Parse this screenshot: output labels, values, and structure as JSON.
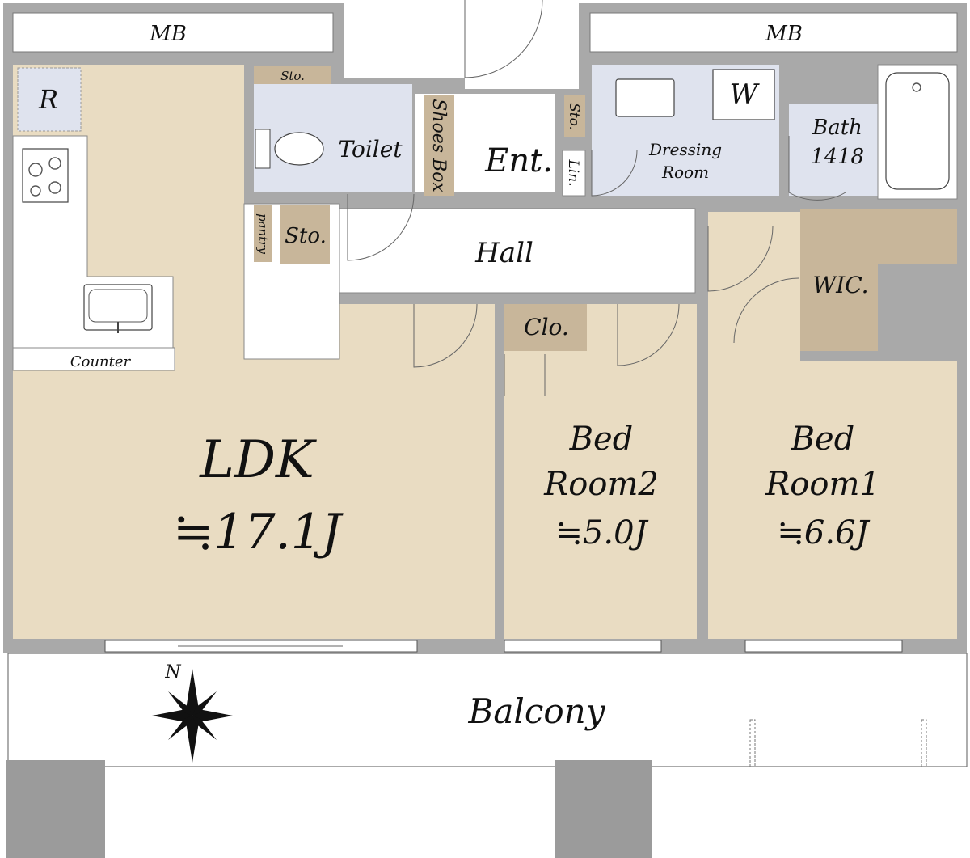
{
  "plan": {
    "labels": {
      "mb_left": "MB",
      "mb_right": "MB",
      "refrigerator": "R",
      "storage_small_top": "Sto.",
      "toilet": "Toilet",
      "shoes_box": "Shoes Box",
      "entrance": "Ent.",
      "storage_entrance": "Sto.",
      "washer": "W",
      "dressing_room_line1": "Dressing",
      "dressing_room_line2": "Room",
      "linen": "Lin.",
      "bath_line1": "Bath",
      "bath_line2": "1418",
      "pantry": "pantry",
      "storage_hall": "Sto.",
      "hall": "Hall",
      "wic": "WIC.",
      "closet": "Clo.",
      "counter": "Counter",
      "ldk_name": "LDK",
      "ldk_size": "≒17.1J",
      "bedroom2_line1": "Bed",
      "bedroom2_line2": "Room2",
      "bedroom2_size": "≒5.0J",
      "bedroom1_line1": "Bed",
      "bedroom1_line2": "Room1",
      "bedroom1_size": "≒6.6J",
      "balcony": "Balcony",
      "compass_north": "N"
    },
    "colors": {
      "wall": "#a9a9a9",
      "room": "#e9dcc2",
      "wet_area": "#dfe3ee",
      "storage": "#c8b69a",
      "column": "#9b9b9b"
    }
  }
}
